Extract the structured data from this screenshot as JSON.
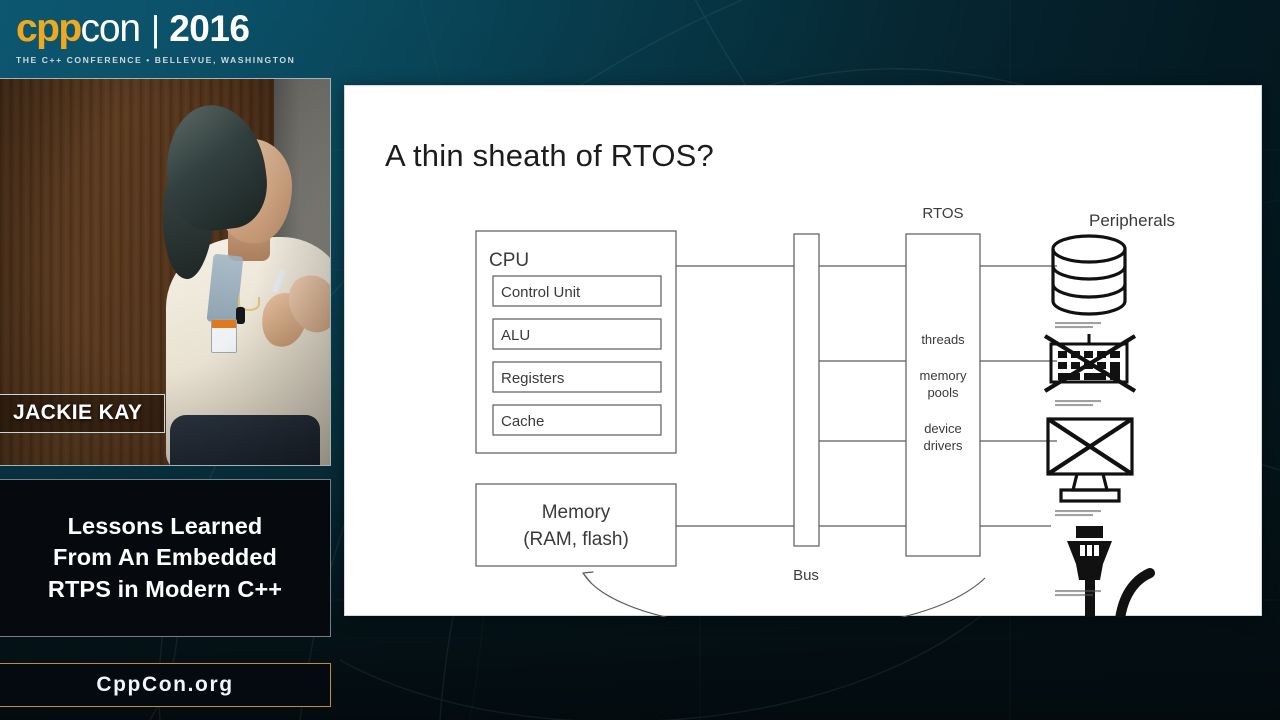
{
  "brand": {
    "logo_cpp": "cpp",
    "logo_con": "con",
    "logo_separator": "|",
    "logo_year": "2016",
    "logo_subtitle": "THE C++ CONFERENCE  •  BELLEVUE, WASHINGTON",
    "accent_color": "#f0a81e",
    "url_border_color": "#c08f2c"
  },
  "speaker": {
    "name": "JACKIE KAY"
  },
  "talk": {
    "title_line_1": "Lessons Learned",
    "title_line_2": "From An Embedded",
    "title_line_3": "RTPS in Modern C++"
  },
  "footer": {
    "url": "CppCon.org"
  },
  "slide": {
    "title": "A thin sheath of RTOS?",
    "diagram": {
      "cpu": {
        "label": "CPU",
        "components": [
          "Control Unit",
          "ALU",
          "Registers",
          "Cache"
        ]
      },
      "memory": {
        "line_1": "Memory",
        "line_2": "(RAM, flash)"
      },
      "bus": {
        "label": "Bus"
      },
      "rtos": {
        "label": "RTOS",
        "services": [
          "threads",
          "memory pools",
          "device drivers"
        ],
        "service_lines": [
          "threads",
          "memory",
          "pools",
          "device",
          "drivers"
        ]
      },
      "peripherals": {
        "label": "Peripherals",
        "items": [
          {
            "name": "database-icon",
            "crossed_out": false
          },
          {
            "name": "keyboard-icon",
            "crossed_out": true
          },
          {
            "name": "monitor-icon",
            "crossed_out": true
          },
          {
            "name": "network-plug-icon",
            "crossed_out": false
          }
        ]
      },
      "stroke_color": "#5b5b5b",
      "text_color": "#3a3a3a"
    }
  }
}
